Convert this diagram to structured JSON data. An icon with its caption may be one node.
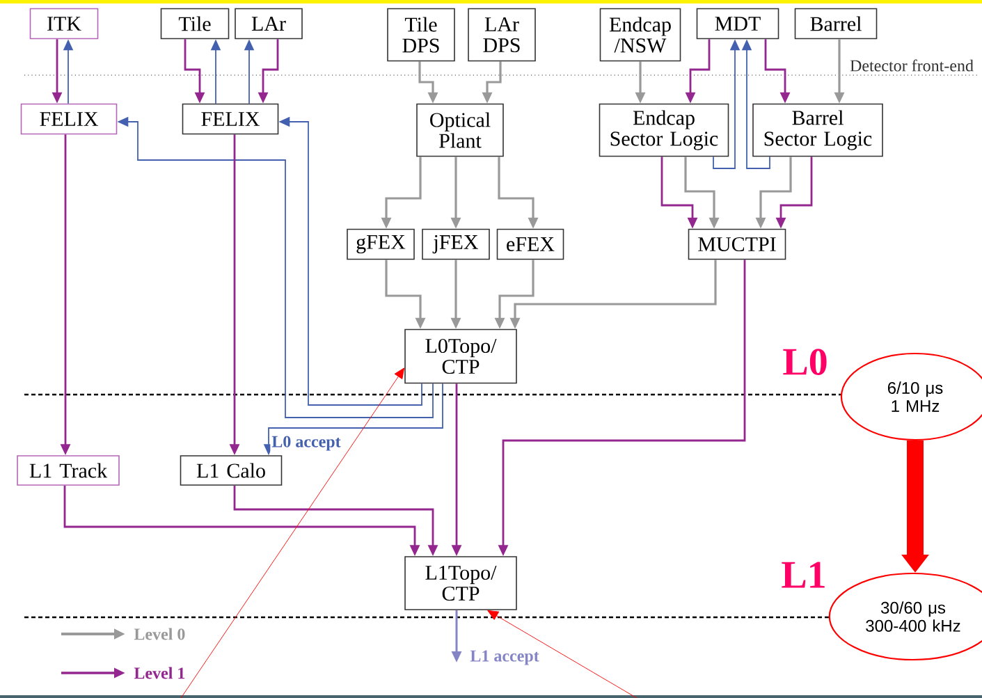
{
  "diagram": {
    "nodes": [
      {
        "text": [
          "ITK"
        ]
      },
      {
        "text": [
          "Tile"
        ]
      },
      {
        "text": [
          "LAr"
        ]
      },
      {
        "text": [
          "Tile DPS"
        ]
      },
      {
        "text": [
          "LAr DPS"
        ]
      },
      {
        "text": [
          "Endcap /NSW"
        ]
      },
      {
        "text": [
          "MDT"
        ]
      },
      {
        "text": [
          "Barrel"
        ]
      },
      {
        "text": [
          "FELIX"
        ]
      },
      {
        "text": [
          "FELIX"
        ]
      },
      {
        "text": [
          "Optical Plant"
        ]
      },
      {
        "text": [
          "Endcap Sector Logic"
        ]
      },
      {
        "text": [
          "Barrel Sector Logic"
        ]
      },
      {
        "text": [
          "gFEX"
        ]
      },
      {
        "text": [
          "jFEX"
        ]
      },
      {
        "text": [
          "eFEX"
        ]
      },
      {
        "text": [
          "MUCTPI"
        ]
      },
      {
        "text": [
          "L0Topo/ CTP"
        ]
      },
      {
        "text": [
          "L1 Track"
        ]
      },
      {
        "text": [
          "L1 Calo"
        ]
      },
      {
        "text": [
          "L1Topo/ CTP"
        ]
      },
      {
        "text": [
          "6/10 μs 1 MHz"
        ]
      },
      {
        "text": [
          "30/60 μs 300-400 kHz"
        ]
      }
    ],
    "edges": [
      {
        "from": 0,
        "to": 8,
        "arrow": "to",
        "color": "#93278f"
      },
      {
        "from": 8,
        "to": 0,
        "arrow": "to",
        "color": "#4461b0"
      },
      {
        "from": 1,
        "to": 9,
        "arrow": "to",
        "color": "#93278f"
      },
      {
        "from": 9,
        "to": 1,
        "arrow": "to",
        "color": "#4461b0"
      },
      {
        "from": 9,
        "to": 2,
        "arrow": "to",
        "color": "#4461b0"
      },
      {
        "from": 2,
        "to": 9,
        "arrow": "to",
        "color": "#93278f"
      },
      {
        "from": 17,
        "to": 8,
        "arrow": "to",
        "color": "#4461b0"
      },
      {
        "from": 17,
        "to": 9,
        "arrow": "to",
        "color": "#4461b0"
      },
      {
        "from": 17,
        "to": 19,
        "arrow": "to",
        "color": "#4461b0",
        "label": "L0 accept"
      },
      {
        "from": 3,
        "to": 10,
        "arrow": "to",
        "color": "#999999"
      },
      {
        "from": 4,
        "to": 10,
        "arrow": "to",
        "color": "#999999"
      },
      {
        "from": 5,
        "to": 11,
        "arrow": "to",
        "color": "#999999"
      },
      {
        "from": 6,
        "to": 11,
        "arrow": "to",
        "color": "#93278f"
      },
      {
        "from": 11,
        "to": 6,
        "arrow": "to",
        "color": "#4461b0"
      },
      {
        "from": 12,
        "to": 6,
        "arrow": "to",
        "color": "#4461b0"
      },
      {
        "from": 6,
        "to": 12,
        "arrow": "to",
        "color": "#93278f"
      },
      {
        "from": 7,
        "to": 12,
        "arrow": "to",
        "color": "#999999"
      },
      {
        "from": 10,
        "to": 13,
        "arrow": "to",
        "color": "#999999"
      },
      {
        "from": 10,
        "to": 14,
        "arrow": "to",
        "color": "#999999"
      },
      {
        "from": 10,
        "to": 15,
        "arrow": "to",
        "color": "#999999"
      },
      {
        "from": 11,
        "to": 16,
        "arrow": "to",
        "color": "#93278f"
      },
      {
        "from": 11,
        "to": 16,
        "arrow": "to",
        "color": "#999999"
      },
      {
        "from": 12,
        "to": 16,
        "arrow": "to",
        "color": "#999999"
      },
      {
        "from": 12,
        "to": 16,
        "arrow": "to",
        "color": "#93278f"
      },
      {
        "from": 13,
        "to": 17,
        "arrow": "to",
        "color": "#999999"
      },
      {
        "from": 14,
        "to": 17,
        "arrow": "to",
        "color": "#999999"
      },
      {
        "from": 15,
        "to": 17,
        "arrow": "to",
        "color": "#999999"
      },
      {
        "from": 16,
        "to": 17,
        "arrow": "to",
        "color": "#999999"
      },
      {
        "from": 8,
        "to": 18,
        "arrow": "to",
        "color": "#93278f"
      },
      {
        "from": 9,
        "to": 19,
        "arrow": "to",
        "color": "#93278f"
      },
      {
        "from": 18,
        "to": 20,
        "arrow": "to",
        "color": "#93278f"
      },
      {
        "from": 19,
        "to": 20,
        "arrow": "to",
        "color": "#93278f"
      },
      {
        "from": 17,
        "to": 20,
        "arrow": "to",
        "color": "#93278f"
      },
      {
        "from": 16,
        "to": 20,
        "arrow": "to",
        "color": "#93278f"
      },
      {
        "from": 20,
        "to": null,
        "arrow": "to",
        "color": "#8585c6",
        "label": "L1 accept"
      },
      {
        "from": null,
        "to": 17,
        "arrow": "to",
        "color": "#ff0000"
      },
      {
        "from": null,
        "to": 20,
        "arrow": "to",
        "color": "#ff0000"
      },
      {
        "from": 21,
        "to": 22,
        "arrow": "to",
        "color": "#ff0000",
        "style": "thick"
      }
    ],
    "labels": [
      "Detector front-end",
      "L0",
      "L1"
    ],
    "legend": [
      {
        "text": "Level 0"
      },
      {
        "text": "Level 1"
      }
    ]
  }
}
